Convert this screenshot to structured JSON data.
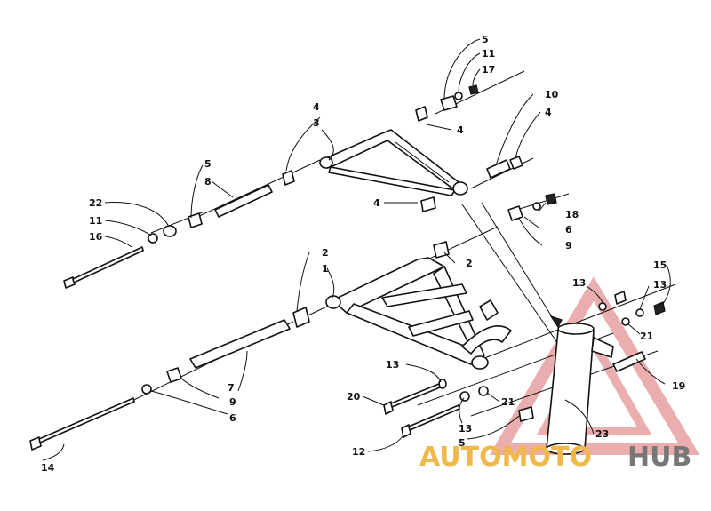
{
  "diagram": {
    "callouts": [
      {
        "id": "c5a",
        "text": "5"
      },
      {
        "id": "c11a",
        "text": "11"
      },
      {
        "id": "c17",
        "text": "17"
      },
      {
        "id": "c10",
        "text": "10"
      },
      {
        "id": "c4a",
        "text": "4"
      },
      {
        "id": "c4b",
        "text": "4"
      },
      {
        "id": "c3",
        "text": "3"
      },
      {
        "id": "c4c",
        "text": "4"
      },
      {
        "id": "c4d",
        "text": "4"
      },
      {
        "id": "c5b",
        "text": "5"
      },
      {
        "id": "c8",
        "text": "8"
      },
      {
        "id": "c22",
        "text": "22"
      },
      {
        "id": "c11b",
        "text": "11"
      },
      {
        "id": "c16",
        "text": "16"
      },
      {
        "id": "c18",
        "text": "18"
      },
      {
        "id": "c6a",
        "text": "6"
      },
      {
        "id": "c9a",
        "text": "9"
      },
      {
        "id": "c2a",
        "text": "2"
      },
      {
        "id": "c2b",
        "text": "2"
      },
      {
        "id": "c1",
        "text": "1"
      },
      {
        "id": "c13a",
        "text": "13"
      },
      {
        "id": "c15",
        "text": "15"
      },
      {
        "id": "c13b",
        "text": "13"
      },
      {
        "id": "c21a",
        "text": "21"
      },
      {
        "id": "c13c",
        "text": "13"
      },
      {
        "id": "c19",
        "text": "19"
      },
      {
        "id": "c7",
        "text": "7"
      },
      {
        "id": "c9b",
        "text": "9"
      },
      {
        "id": "c6b",
        "text": "6"
      },
      {
        "id": "c20",
        "text": "20"
      },
      {
        "id": "c21b",
        "text": "21"
      },
      {
        "id": "c13d",
        "text": "13"
      },
      {
        "id": "c23",
        "text": "23"
      },
      {
        "id": "c5c",
        "text": "5"
      },
      {
        "id": "c12",
        "text": "12"
      },
      {
        "id": "c14",
        "text": "14"
      }
    ]
  },
  "watermark": {
    "part1": "AUTOMOTO",
    "part2": "HUB",
    "color_a": "#f0b84a",
    "color_b": "#777777",
    "triangle_color": "#e8a0a0"
  }
}
